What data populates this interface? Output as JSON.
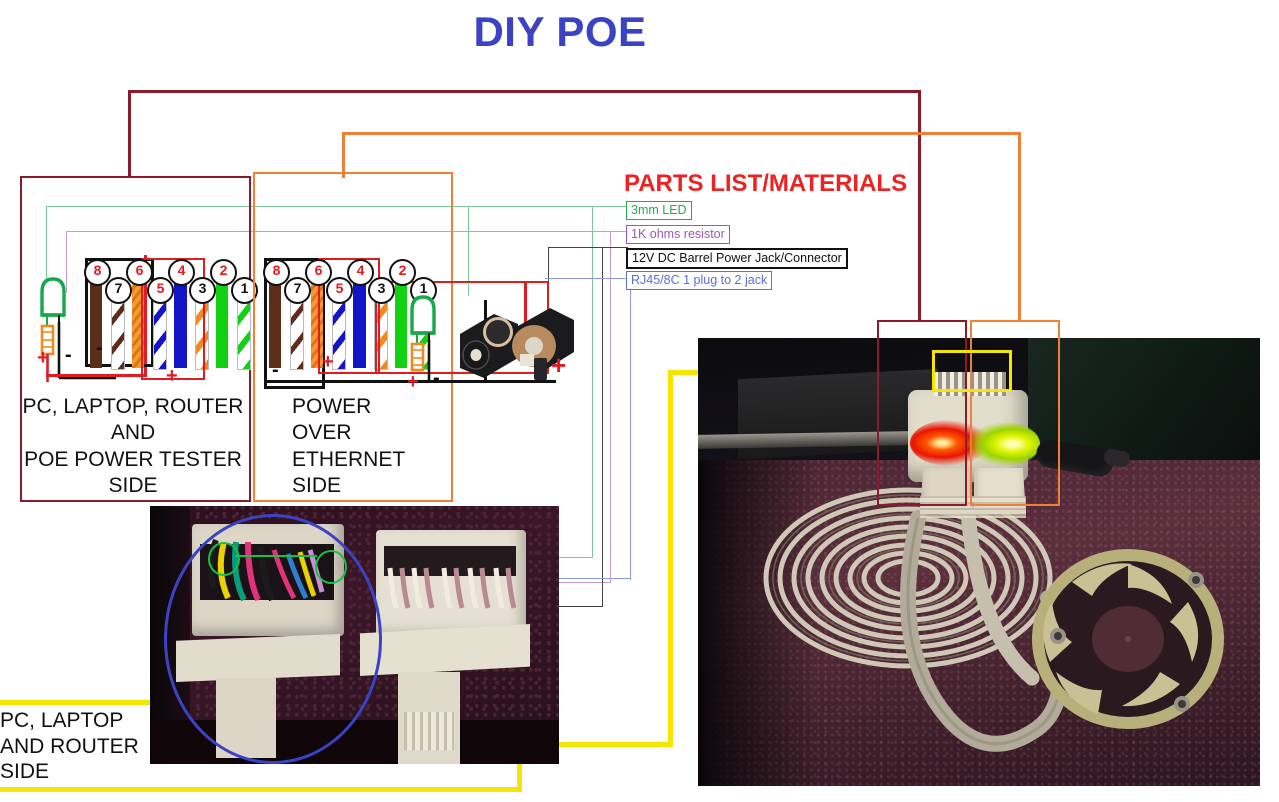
{
  "title": "DIY POE",
  "parts": {
    "heading": "PARTS LIST/MATERIALS",
    "items": [
      {
        "label": "3mm LED",
        "color": "#2aa84a"
      },
      {
        "label": "1K ohms resistor",
        "color": "#9b59b6"
      },
      {
        "label": "12V DC Barrel Power Jack/Connector",
        "color": "#111111"
      },
      {
        "label": "RJ45/8C 1 plug to 2 jack",
        "color": "#5b6fd6"
      }
    ]
  },
  "panels": {
    "left": {
      "caption_lines": [
        "PC, LAPTOP, ROUTER",
        "AND",
        "POE POWER TESTER",
        "SIDE"
      ],
      "border_color": "#8b1a2b"
    },
    "right": {
      "caption_lines": [
        "POWER",
        "OVER",
        "ETHERNET",
        "SIDE"
      ],
      "border_color": "#ef8035"
    }
  },
  "pinout": {
    "pins": [
      {
        "num": "8",
        "num_color": "red",
        "wire": "brown",
        "type": "solid"
      },
      {
        "num": "7",
        "num_color": "black",
        "wire": "brown-white",
        "type": "stripe"
      },
      {
        "num": "6",
        "num_color": "red",
        "wire": "orange",
        "type": "solid"
      },
      {
        "num": "5",
        "num_color": "red",
        "wire": "blue-white",
        "type": "stripe"
      },
      {
        "num": "4",
        "num_color": "red",
        "wire": "blue",
        "type": "solid"
      },
      {
        "num": "3",
        "num_color": "black",
        "wire": "orange-white",
        "type": "stripe"
      },
      {
        "num": "2",
        "num_color": "red",
        "wire": "green",
        "type": "solid"
      },
      {
        "num": "1",
        "num_color": "black",
        "wire": "green-white",
        "type": "stripe"
      }
    ],
    "power_pair_label": "+",
    "ground_label": "-",
    "power_pins": [
      "4",
      "5"
    ],
    "ground_pins": [
      "7",
      "8"
    ]
  },
  "colors": {
    "title": "#3b43c4",
    "parts_heading": "#ee2222",
    "panel_left_border": "#8b1a2b",
    "panel_right_border": "#ef8035",
    "wire_red": "#e11b22",
    "wire_black": "#111111",
    "wire_yellow": "#f5e500",
    "wire_green": "#2aa84a",
    "wire_purple": "#9b59b6",
    "wire_blue": "#5b6fd6",
    "circle_blue": "#3b43c4",
    "circle_green": "#2aa84a",
    "led_red": "#ff2b00",
    "led_green": "#c8e800"
  },
  "photos": {
    "bottom_left": {
      "caption_lines": [
        "PC, LAPTOP",
        "AND ROUTER",
        "SIDE"
      ],
      "annotation_circle": "blue-ellipse",
      "annotation_marks": [
        "green-circle-left",
        "green-circle-right"
      ],
      "subject": "two RJ45 keystone jacks punched down, left one wired"
    },
    "right": {
      "subject": "two RJ45 plugs with lit LEDs in a 1-to-2 splitter, coiled flat ethernet cable, fan grille",
      "led_left": "red",
      "led_right": "yellow-green",
      "highlight_boxes": [
        "dark-red",
        "orange",
        "yellow"
      ]
    }
  }
}
